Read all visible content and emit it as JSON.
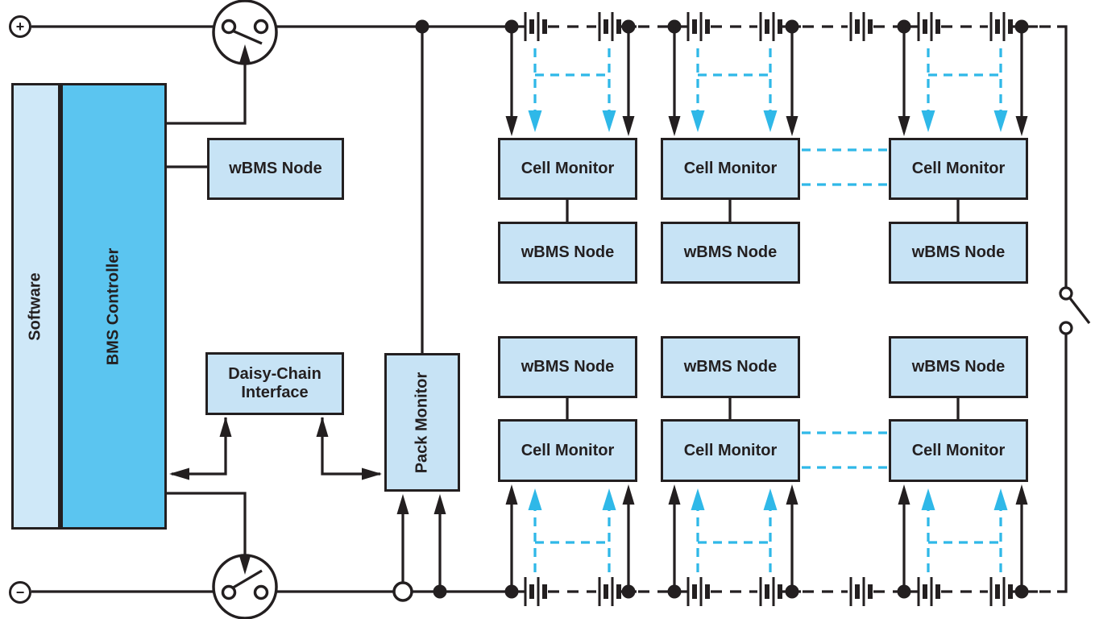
{
  "blocks": {
    "software": "Software",
    "bms_controller": "BMS Controller",
    "wbms_node": "wBMS Node",
    "daisy_chain_interface": "Daisy-Chain Interface",
    "pack_monitor": "Pack Monitor",
    "cell_monitor": "Cell Monitor"
  },
  "terminals": {
    "positive": "+",
    "negative": "−"
  },
  "icons": {
    "battery_cell": "battery-cell-icon",
    "contactor": "contactor-switch-icon",
    "disconnect": "pack-disconnect-switch-icon",
    "junction": "junction-dot-icon",
    "open_junction": "open-junction-icon",
    "control_arrow": "black-arrow-icon",
    "wireless_link": "cyan-dashed-link-icon"
  },
  "colors": {
    "line": "#231f20",
    "wireless_link": "#2fb8e8",
    "box_fill": "#c7e3f5",
    "software_fill": "#cfe8f8",
    "controller_fill": "#5bc5f0",
    "background": "#ffffff"
  }
}
